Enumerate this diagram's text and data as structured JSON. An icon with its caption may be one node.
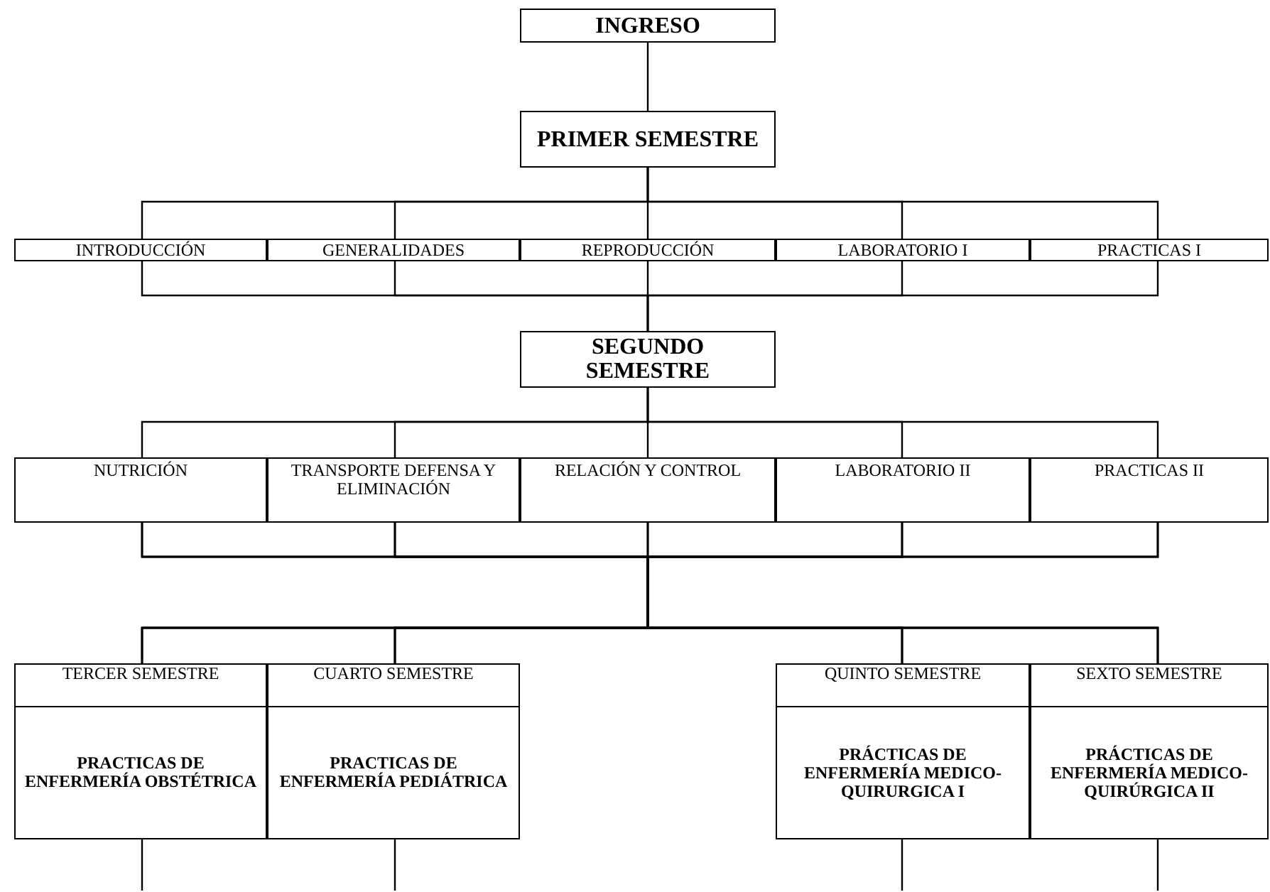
{
  "diagram": {
    "nodes": [
      {
        "text": [
          "INGRESO"
        ]
      },
      {
        "text": [
          "PRIMER SEMESTRE"
        ]
      },
      {
        "text": [
          "INTRODUCCIÓN"
        ]
      },
      {
        "text": [
          "GENERALIDADES"
        ]
      },
      {
        "text": [
          "REPRODUCCIÓN"
        ]
      },
      {
        "text": [
          "LABORATORIO I"
        ]
      },
      {
        "text": [
          "PRACTICAS I"
        ]
      },
      {
        "text": [
          "SEGUNDO SEMESTRE"
        ]
      },
      {
        "text": [
          "NUTRICIÓN"
        ]
      },
      {
        "text": [
          "TRANSPORTE DEFENSA Y ELIMINACIÓN"
        ]
      },
      {
        "text": [
          "RELACIÓN Y CONTROL"
        ]
      },
      {
        "text": [
          "LABORATORIO II"
        ]
      },
      {
        "text": [
          "PRACTICAS II"
        ]
      },
      {
        "text": [
          "TERCER SEMESTRE",
          "PRACTICAS DE ENFERMERÍA OBSTÉTRICA"
        ]
      },
      {
        "text": [
          "CUARTO SEMESTRE",
          "PRACTICAS DE ENFERMERÍA PEDIÁTRICA"
        ]
      },
      {
        "text": [
          "QUINTO SEMESTRE",
          "PRÁCTICAS DE ENFERMERÍA MEDICO-QUIRURGICA I"
        ]
      },
      {
        "text": [
          "SEXTO SEMESTRE",
          "PRÁCTICAS DE ENFERMERÍA MEDICO-QUIRÚRGICA II"
        ]
      }
    ],
    "edges": [
      {
        "from": 0,
        "to": 1,
        "arrow": "none"
      },
      {
        "from": 1,
        "to": 2,
        "arrow": "none"
      },
      {
        "from": 1,
        "to": 3,
        "arrow": "none"
      },
      {
        "from": 1,
        "to": 4,
        "arrow": "none"
      },
      {
        "from": 1,
        "to": 5,
        "arrow": "none"
      },
      {
        "from": 1,
        "to": 6,
        "arrow": "none"
      },
      {
        "from": 2,
        "to": 7,
        "arrow": "none"
      },
      {
        "from": 3,
        "to": 7,
        "arrow": "none"
      },
      {
        "from": 4,
        "to": 7,
        "arrow": "none"
      },
      {
        "from": 5,
        "to": 7,
        "arrow": "none"
      },
      {
        "from": 6,
        "to": 7,
        "arrow": "none"
      },
      {
        "from": 7,
        "to": 8,
        "arrow": "none"
      },
      {
        "from": 7,
        "to": 9,
        "arrow": "none"
      },
      {
        "from": 7,
        "to": 10,
        "arrow": "none"
      },
      {
        "from": 7,
        "to": 11,
        "arrow": "none"
      },
      {
        "from": 7,
        "to": 12,
        "arrow": "none"
      },
      {
        "from": 8,
        "to": 13,
        "arrow": "none"
      },
      {
        "from": 8,
        "to": 14,
        "arrow": "none"
      },
      {
        "from": 8,
        "to": 15,
        "arrow": "none"
      },
      {
        "from": 8,
        "to": 16,
        "arrow": "none"
      },
      {
        "from": 9,
        "to": 13,
        "arrow": "none"
      },
      {
        "from": 9,
        "to": 14,
        "arrow": "none"
      },
      {
        "from": 9,
        "to": 15,
        "arrow": "none"
      },
      {
        "from": 9,
        "to": 16,
        "arrow": "none"
      },
      {
        "from": 10,
        "to": 13,
        "arrow": "none"
      },
      {
        "from": 10,
        "to": 14,
        "arrow": "none"
      },
      {
        "from": 10,
        "to": 15,
        "arrow": "none"
      },
      {
        "from": 10,
        "to": 16,
        "arrow": "none"
      },
      {
        "from": 11,
        "to": 13,
        "arrow": "none"
      },
      {
        "from": 11,
        "to": 14,
        "arrow": "none"
      },
      {
        "from": 11,
        "to": 15,
        "arrow": "none"
      },
      {
        "from": 11,
        "to": 16,
        "arrow": "none"
      },
      {
        "from": 12,
        "to": 13,
        "arrow": "none"
      },
      {
        "from": 12,
        "to": 14,
        "arrow": "none"
      },
      {
        "from": 12,
        "to": 15,
        "arrow": "none"
      },
      {
        "from": 12,
        "to": 16,
        "arrow": "none"
      },
      {
        "from": 13,
        "to": null,
        "arrow": "none"
      },
      {
        "from": 14,
        "to": null,
        "arrow": "none"
      },
      {
        "from": 15,
        "to": null,
        "arrow": "none"
      },
      {
        "from": 16,
        "to": null,
        "arrow": "none"
      }
    ]
  }
}
